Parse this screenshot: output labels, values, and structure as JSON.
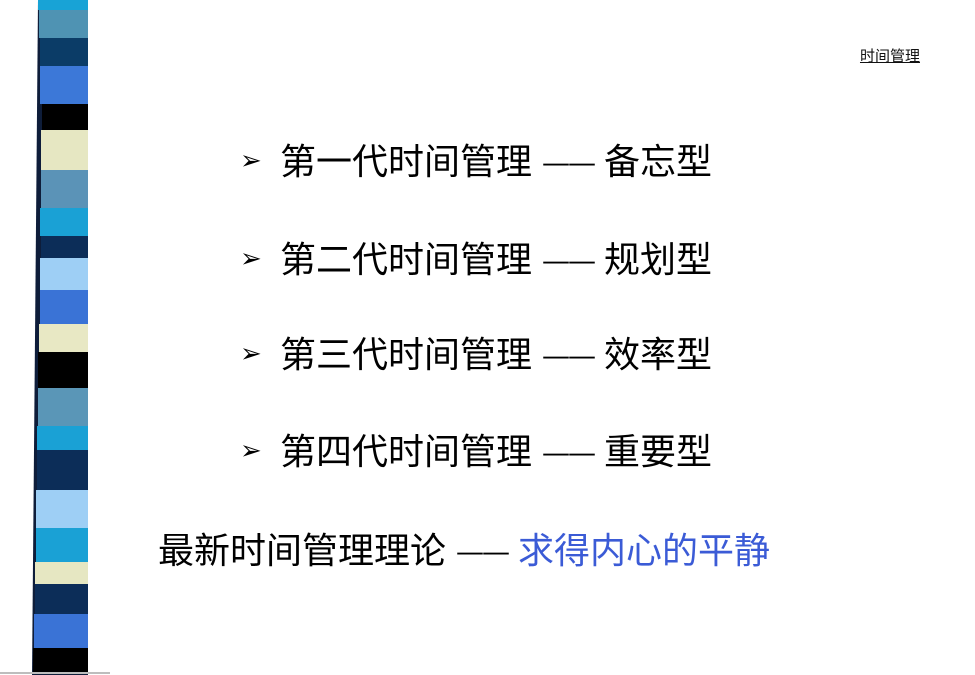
{
  "header": {
    "title": "时间管理"
  },
  "items": [
    {
      "bullet": "➢",
      "main": "第一代时间管理",
      "dash": "——",
      "type": "备忘型"
    },
    {
      "bullet": "➢",
      "main": "第二代时间管理",
      "dash": "——",
      "type": "规划型"
    },
    {
      "bullet": "➢",
      "main": "第三代时间管理",
      "dash": "——",
      "type": "效率型"
    },
    {
      "bullet": "➢",
      "main": "第四代时间管理",
      "dash": "——",
      "type": "重要型"
    }
  ],
  "latest": {
    "main": "最新时间管理理论",
    "dash": "——",
    "highlight": "求得内心的平静",
    "highlight_color": "#3b5bd6"
  }
}
